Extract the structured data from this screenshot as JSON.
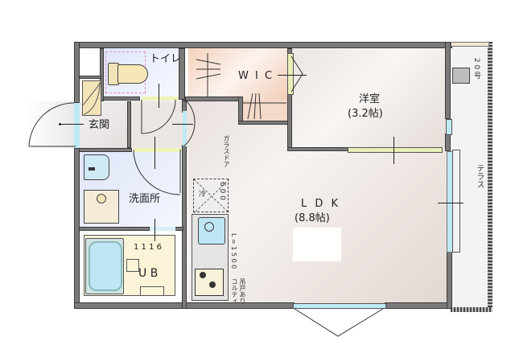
{
  "plan": {
    "rooms": {
      "genkan": {
        "label": "玄関"
      },
      "toilet": {
        "label": "トイレ"
      },
      "wic": {
        "label": "W I C"
      },
      "western_room": {
        "label": "洋室",
        "size": "(3.2帖)"
      },
      "washroom": {
        "label": "洗面所"
      },
      "bath": {
        "label": "U B",
        "size_code": "1 1 1 6"
      },
      "ldk": {
        "label": "L D K",
        "size": "(8.8帖)"
      },
      "terrace": {
        "label": "テラス"
      }
    },
    "annotations": {
      "glass_door": "ガラスドア",
      "fridge": "冷",
      "fridge_width": "6 0 0",
      "kitchen_length": "L = 1 5 0 0",
      "stove": "コルティ",
      "cabinet": "吊戸あり",
      "water_heater": "2 0 号"
    },
    "colors": {
      "wall": "#7a7a7a",
      "floor_ldk": "#ece6e2",
      "floor_wic": "#f6dcc8",
      "floor_wet": "#e6ecf8",
      "bath_floor": "#fbf4d8",
      "tub": "#bfe6f4",
      "door_fill": "#f3e3b8",
      "glass": "#bfeaf5",
      "sliding_door": "#e9efb8"
    }
  }
}
